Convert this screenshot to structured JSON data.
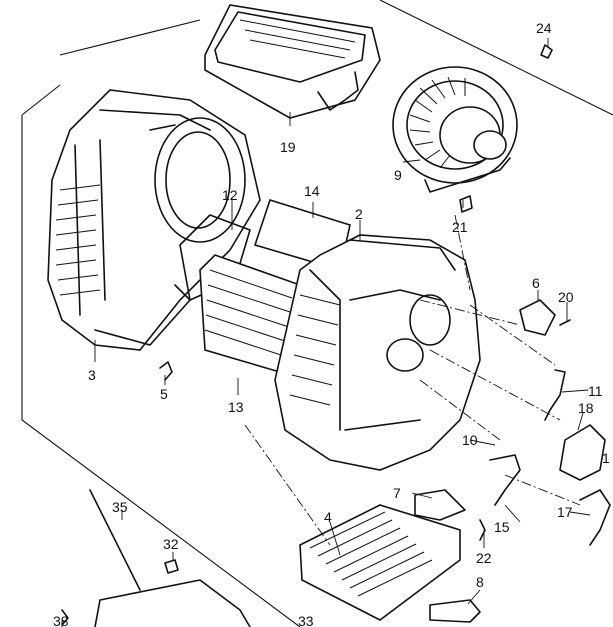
{
  "callouts": [
    "24",
    "19",
    "9",
    "12",
    "14",
    "2",
    "21",
    "6",
    "20",
    "3",
    "5",
    "13",
    "11",
    "18",
    "10",
    "1",
    "7",
    "15",
    "17",
    "35",
    "32",
    "4",
    "22",
    "8",
    "38",
    "33"
  ],
  "colors": {
    "line": "#111111",
    "background": "#ffffff"
  }
}
